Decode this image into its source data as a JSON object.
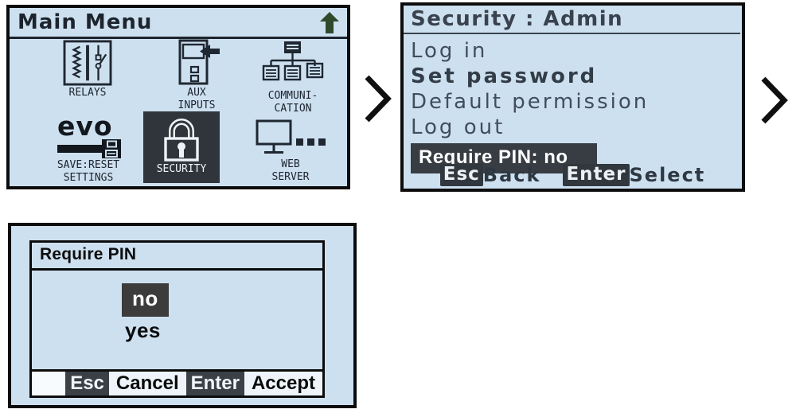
{
  "colors": {
    "screen_bg": "#cde0f0",
    "screen_border": "#0c0c0c",
    "ink_dark": "#1d242d",
    "ink_gray": "#414e5a",
    "highlight_bg": "#383d44",
    "highlight_text": "#ffffff",
    "selected_option_bg": "#3c3c3c",
    "arrow_green": "#2d4a2b"
  },
  "main_menu": {
    "title": "Main Menu",
    "up_arrow_icon": "up-arrow",
    "items": [
      {
        "id": "relays",
        "icon": "relays-icon",
        "lines": [
          "RELAYS"
        ]
      },
      {
        "id": "aux-inputs",
        "icon": "aux-inputs-icon",
        "lines": [
          "AUX",
          "INPUTS"
        ]
      },
      {
        "id": "communication",
        "icon": "communication-icon",
        "lines": [
          "COMMUNI-",
          "CATION"
        ]
      },
      {
        "id": "save-reset-settings",
        "icon": "evo-save-reset-icon",
        "logo_text": "evo",
        "lines": [
          "SAVE:RESET",
          "SETTINGS"
        ]
      },
      {
        "id": "security",
        "icon": "padlock-icon",
        "lines": [
          "SECURITY"
        ],
        "selected": true
      },
      {
        "id": "web-server",
        "icon": "web-server-icon",
        "lines": [
          "WEB",
          "SERVER"
        ]
      }
    ]
  },
  "security_menu": {
    "title": "Security : Admin",
    "items": [
      {
        "label": "Log in"
      },
      {
        "label": "Set password"
      },
      {
        "label": "Default permission"
      },
      {
        "label": "Log out"
      }
    ],
    "selected_item": "Require PIN: no",
    "footer": {
      "esc_key": "Esc",
      "esc_action": "Back",
      "enter_key": "Enter",
      "enter_action": "Select"
    }
  },
  "require_pin_dialog": {
    "title": "Require PIN",
    "options": [
      {
        "label": "no",
        "selected": true
      },
      {
        "label": "yes",
        "selected": false
      }
    ],
    "footer": {
      "esc_key": "Esc",
      "esc_action": "Cancel",
      "enter_key": "Enter",
      "enter_action": "Accept"
    }
  }
}
